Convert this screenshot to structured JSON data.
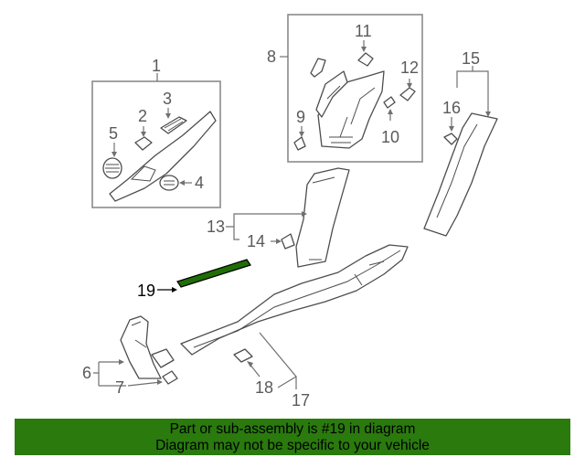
{
  "callouts": {
    "c1": "1",
    "c2": "2",
    "c3": "3",
    "c4": "4",
    "c5": "5",
    "c6": "6",
    "c7": "7",
    "c8": "8",
    "c9": "9",
    "c10": "10",
    "c11": "11",
    "c12": "12",
    "c13": "13",
    "c14": "14",
    "c15": "15",
    "c16": "16",
    "c17": "17",
    "c18": "18",
    "c19": "19"
  },
  "footer": {
    "line1": "Part or sub-assembly is #19 in diagram",
    "line2": "Diagram may not be specific to your vehicle"
  },
  "colors": {
    "banner": "#2a7a0e",
    "highlighted_part": "#1f6e06"
  }
}
